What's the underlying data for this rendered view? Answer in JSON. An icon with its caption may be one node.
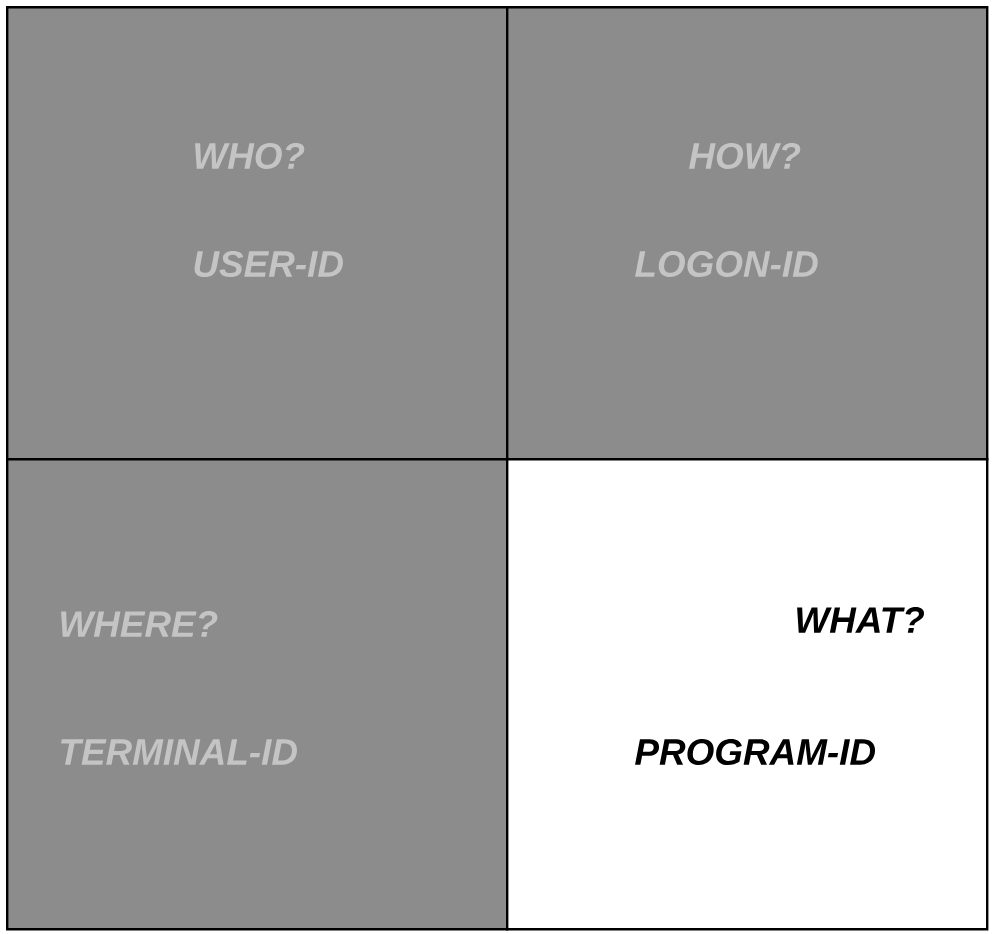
{
  "diagram": {
    "nodes": [
      {
        "text": [
          "WHO?",
          "USER-ID"
        ]
      },
      {
        "text": [
          "HOW?",
          "LOGON-ID"
        ]
      },
      {
        "text": [
          "WHERE?",
          "TERMINAL-ID"
        ]
      },
      {
        "text": [
          "WHAT?",
          "PROGRAM-ID"
        ]
      }
    ]
  }
}
